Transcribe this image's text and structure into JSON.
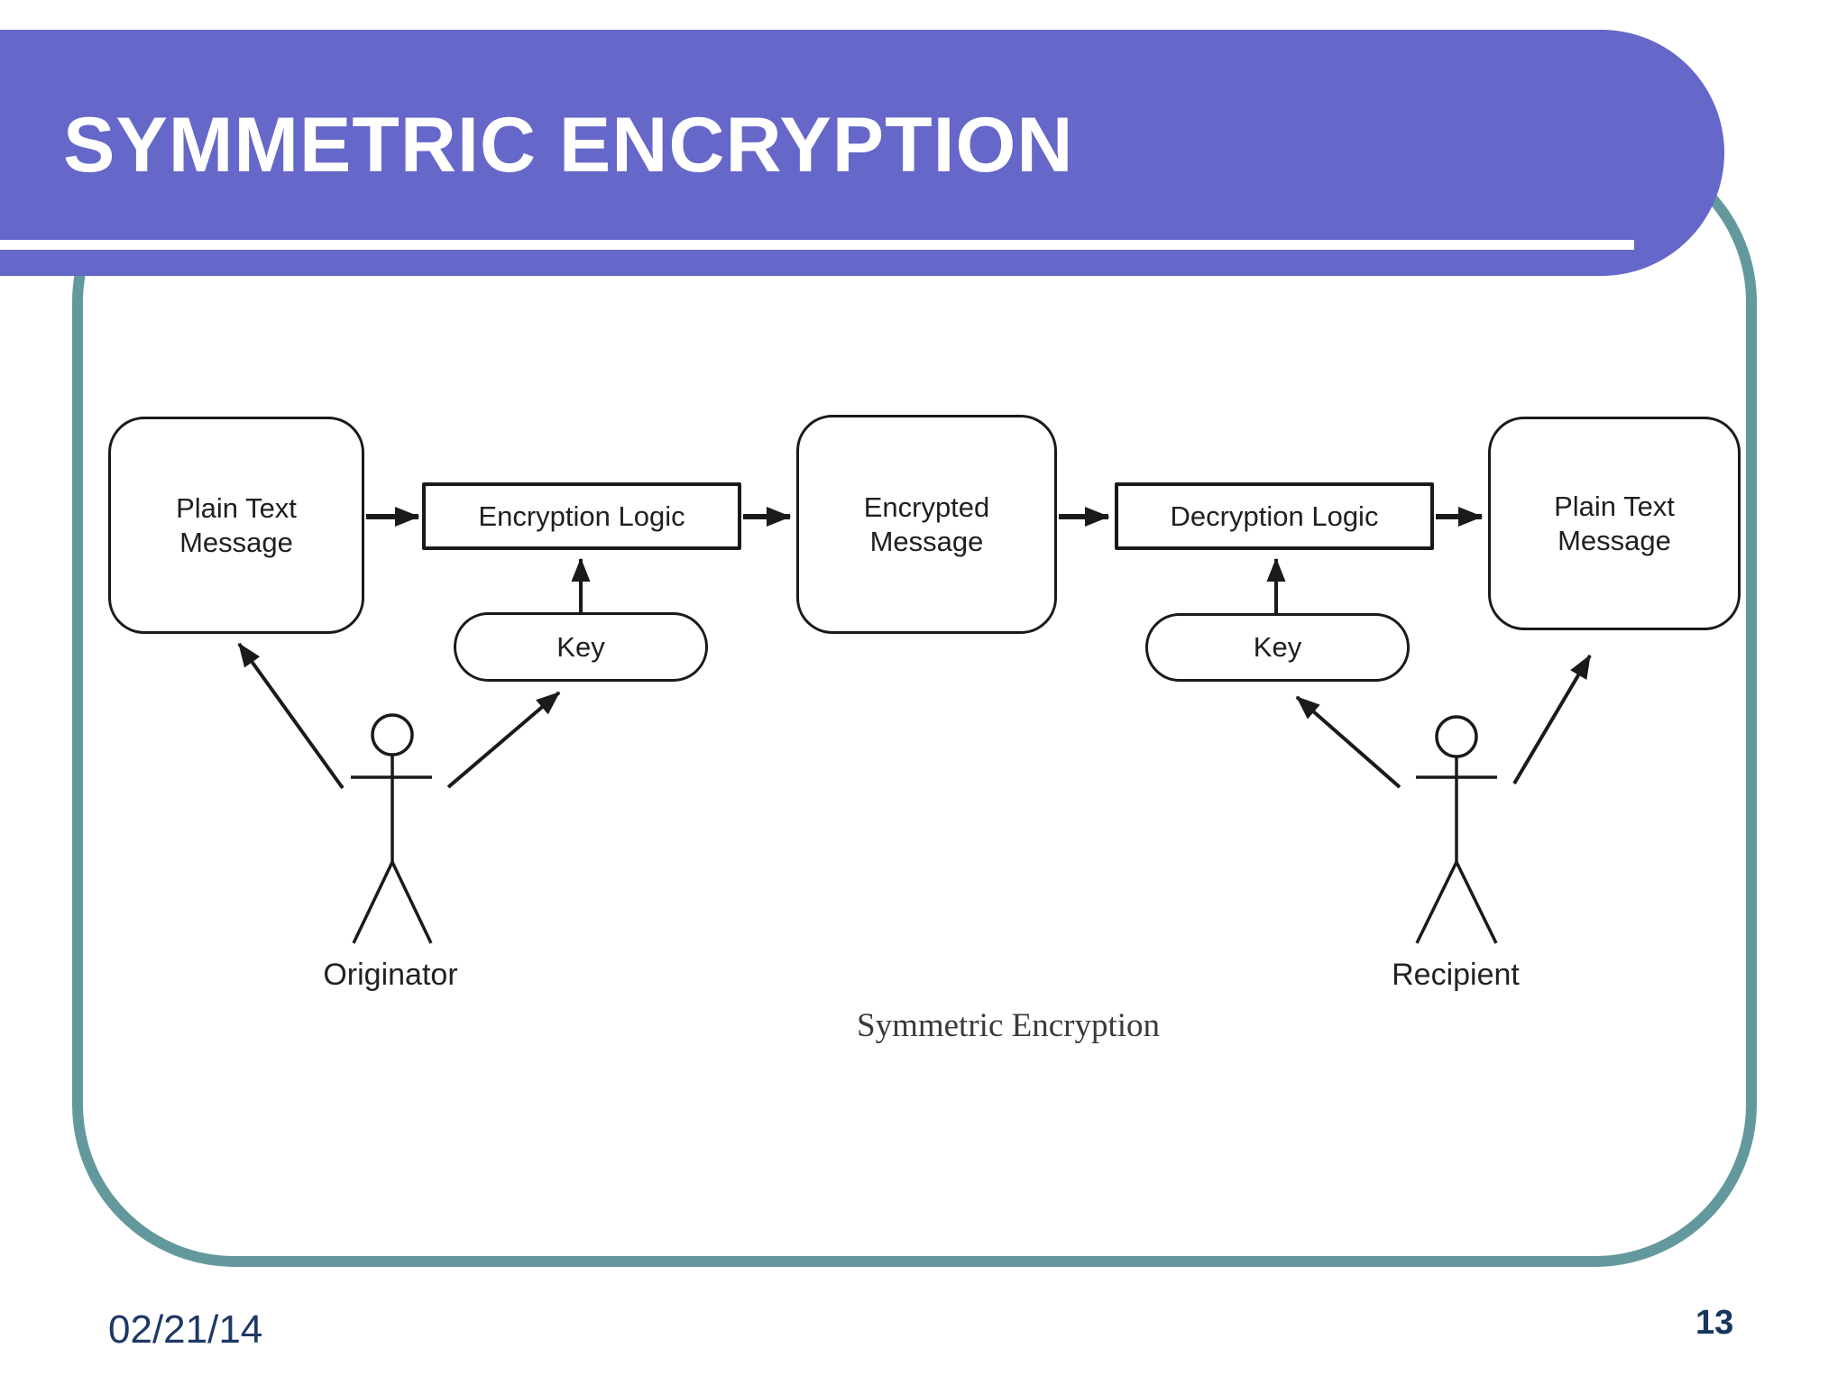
{
  "title": "SYMMETRIC ENCRYPTION",
  "footer": {
    "date": "02/21/14",
    "page": "13"
  },
  "colors": {
    "header_purple": "#6567C9",
    "frame_teal": "#63999C",
    "footer_navy": "#1F3864",
    "diagram_ink": "#1a1a1a"
  },
  "diagram": {
    "caption": "Symmetric Encryption",
    "plain_text_left": "Plain Text Message",
    "encryption_logic": "Encryption Logic",
    "encrypted_message": "Encrypted Message",
    "decryption_logic": "Decryption Logic",
    "plain_text_right": "Plain Text Message",
    "key_left": "Key",
    "key_right": "Key",
    "originator": "Originator",
    "recipient": "Recipient"
  }
}
